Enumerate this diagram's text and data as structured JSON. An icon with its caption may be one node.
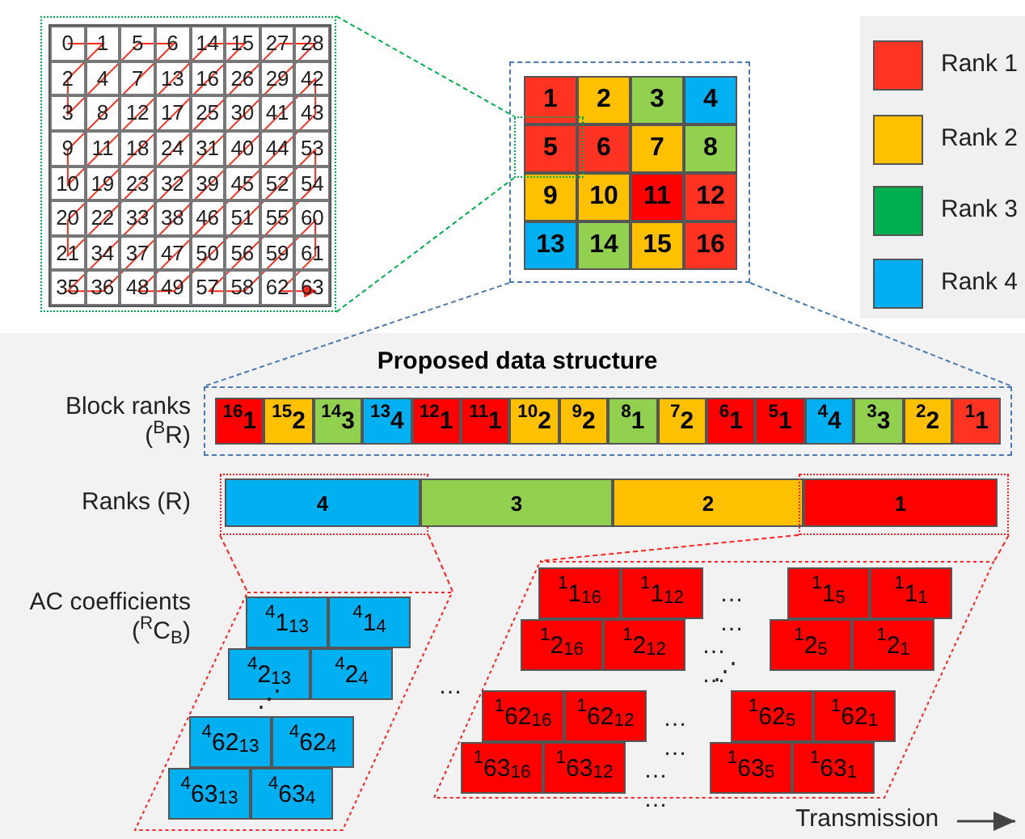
{
  "diagram": {
    "title": "Proposed data structure",
    "nodes": [
      {
        "text": [
          "0",
          "1",
          "5",
          "6",
          "14",
          "15",
          "27",
          "28",
          "2",
          "4",
          "7",
          "13",
          "16",
          "26",
          "29",
          "42",
          "3",
          "8",
          "12",
          "17",
          "25",
          "30",
          "41",
          "43",
          "9",
          "11",
          "18",
          "24",
          "31",
          "40",
          "44",
          "53",
          "10",
          "19",
          "23",
          "32",
          "39",
          "45",
          "52",
          "54",
          "20",
          "22",
          "33",
          "38",
          "46",
          "51",
          "55",
          "60",
          "21",
          "34",
          "37",
          "47",
          "50",
          "56",
          "59",
          "61",
          "35",
          "36",
          "48",
          "49",
          "57",
          "58",
          "62",
          "63"
        ]
      },
      {
        "text": [],
        "shape": "box"
      },
      {
        "text": [],
        "shape": "box",
        "in": 1
      },
      {
        "text": [
          "1"
        ],
        "in": 1
      },
      {
        "text": [
          "2"
        ],
        "in": 1
      },
      {
        "text": [
          "3"
        ],
        "in": 1
      },
      {
        "text": [
          "4"
        ],
        "in": 1
      },
      {
        "text": [
          "5"
        ],
        "in": 2
      },
      {
        "text": [
          "6"
        ],
        "in": 1
      },
      {
        "text": [
          "7"
        ],
        "in": 1
      },
      {
        "text": [
          "8"
        ],
        "in": 1
      },
      {
        "text": [
          "9"
        ],
        "in": 1
      },
      {
        "text": [
          "10"
        ],
        "in": 1
      },
      {
        "text": [
          "11"
        ],
        "in": 1
      },
      {
        "text": [
          "12"
        ],
        "in": 1
      },
      {
        "text": [
          "13"
        ],
        "in": 1
      },
      {
        "text": [
          "14"
        ],
        "in": 1
      },
      {
        "text": [
          "15"
        ],
        "in": 1
      },
      {
        "text": [
          "16"
        ],
        "in": 1
      },
      {
        "text": [],
        "shape": "box"
      },
      {
        "text": [
          "$^{16}$1"
        ],
        "in": 19
      },
      {
        "text": [
          "$^{15}$2"
        ],
        "in": 19
      },
      {
        "text": [
          "$^{14}$3"
        ],
        "in": 19
      },
      {
        "text": [
          "$^{13}$4"
        ],
        "in": 19
      },
      {
        "text": [
          "$^{12}$1"
        ],
        "in": 19
      },
      {
        "text": [
          "$^{11}$1"
        ],
        "in": 19
      },
      {
        "text": [
          "$^{10}$2"
        ],
        "in": 19
      },
      {
        "text": [
          "$^{9}$2"
        ],
        "in": 19
      },
      {
        "text": [
          "$^{8}$1"
        ],
        "in": 19
      },
      {
        "text": [
          "$^{7}$2"
        ],
        "in": 19
      },
      {
        "text": [
          "$^{6}$1"
        ],
        "in": 19
      },
      {
        "text": [
          "$^{5}$1"
        ],
        "in": 19
      },
      {
        "text": [
          "$^{4}$4"
        ],
        "in": 19
      },
      {
        "text": [
          "$^{3}$3"
        ],
        "in": 19
      },
      {
        "text": [
          "$^{2}$2"
        ],
        "in": 19
      },
      {
        "text": [
          "$^{1}$1"
        ],
        "in": 19
      },
      {
        "text": [],
        "shape": "box"
      },
      {
        "text": [
          "4"
        ],
        "in": 36
      },
      {
        "text": [
          "3"
        ]
      },
      {
        "text": [
          "2"
        ]
      },
      {
        "text": [],
        "shape": "box"
      },
      {
        "text": [
          "1"
        ],
        "in": 40
      },
      {
        "text": [],
        "shape": "parallelogram"
      },
      {
        "text": [
          "$^{4}$1$_{13}$"
        ],
        "in": 42
      },
      {
        "text": [
          "$^{4}$1$_{4}$"
        ],
        "in": 42
      },
      {
        "text": [
          "$^{4}$2$_{13}$"
        ],
        "in": 42
      },
      {
        "text": [
          "$^{4}$2$_{4}$"
        ],
        "in": 42
      },
      {
        "text": [
          "$^{4}$62$_{13}$"
        ],
        "in": 42
      },
      {
        "text": [
          "$^{4}$62$_{4}$"
        ],
        "in": 42
      },
      {
        "text": [
          "$^{4}$63$_{13}$"
        ],
        "in": 42
      },
      {
        "text": [
          "$^{4}$63$_{4}$"
        ],
        "in": 42
      },
      {
        "text": [],
        "shape": "parallelogram"
      },
      {
        "text": [
          "$^{1}$1$_{16}$"
        ],
        "in": 51
      },
      {
        "text": [
          "$^{1}$1$_{12}$"
        ],
        "in": 51
      },
      {
        "text": [
          "$^{1}$1$_{5}$"
        ],
        "in": 51
      },
      {
        "text": [
          "$^{1}$1$_{1}$"
        ],
        "in": 51
      },
      {
        "text": [
          "$^{1}$2$_{16}$"
        ],
        "in": 51
      },
      {
        "text": [
          "$^{1}$2$_{12}$"
        ],
        "in": 51
      },
      {
        "text": [
          "$^{1}$2$_{5}$"
        ],
        "in": 51
      },
      {
        "text": [
          "$^{1}$2$_{1}$"
        ],
        "in": 51
      },
      {
        "text": [
          "$^{1}$62$_{16}$"
        ],
        "in": 51
      },
      {
        "text": [
          "$^{1}$62$_{12}$"
        ],
        "in": 51
      },
      {
        "text": [
          "$^{1}$62$_{5}$"
        ],
        "in": 51
      },
      {
        "text": [
          "$^{1}$62$_{1}$"
        ],
        "in": 51
      },
      {
        "text": [
          "$^{1}$63$_{16}$"
        ],
        "in": 51
      },
      {
        "text": [
          "$^{1}$63$_{12}$"
        ],
        "in": 51
      },
      {
        "text": [
          "$^{1}$63$_{5}$"
        ],
        "in": 51
      },
      {
        "text": [
          "$^{1}$63$_{1}$"
        ],
        "in": 51
      }
    ],
    "edges": [
      {
        "from": 0,
        "to": 2,
        "arrow": "none",
        "style": "dashed",
        "color": "#00b050"
      },
      {
        "from": 0,
        "to": 2,
        "arrow": "none",
        "style": "dashed",
        "color": "#00b050"
      },
      {
        "from": 1,
        "to": 19,
        "arrow": "none",
        "style": "dashed",
        "color": "#4a7ab0"
      },
      {
        "from": 1,
        "to": 19,
        "arrow": "none",
        "style": "dashed",
        "color": "#4a7ab0"
      },
      {
        "from": 36,
        "to": 42,
        "arrow": "none",
        "style": "dashed"
      },
      {
        "from": 36,
        "to": 42,
        "arrow": "none",
        "style": "dashed"
      },
      {
        "from": 40,
        "to": 51,
        "arrow": "none",
        "style": "dashed"
      },
      {
        "from": 40,
        "to": 51,
        "arrow": "none",
        "style": "dashed"
      }
    ],
    "labels": [
      "Block ranks ($^{B}$R)",
      "Ranks (R)",
      "AC coefficients ($^{R}$C$_{B}$)",
      "… …",
      "… …",
      "⋰",
      "…",
      "⋰",
      "… …",
      "… …",
      "Transmission"
    ],
    "legend": [
      {
        "text": "Rank 1",
        "color": "#ff3322"
      },
      {
        "text": "Rank 2",
        "color": "#ffc000"
      },
      {
        "text": "Rank 3",
        "color": "#00b050"
      },
      {
        "text": "Rank 4",
        "color": "#00b0f0"
      }
    ]
  }
}
